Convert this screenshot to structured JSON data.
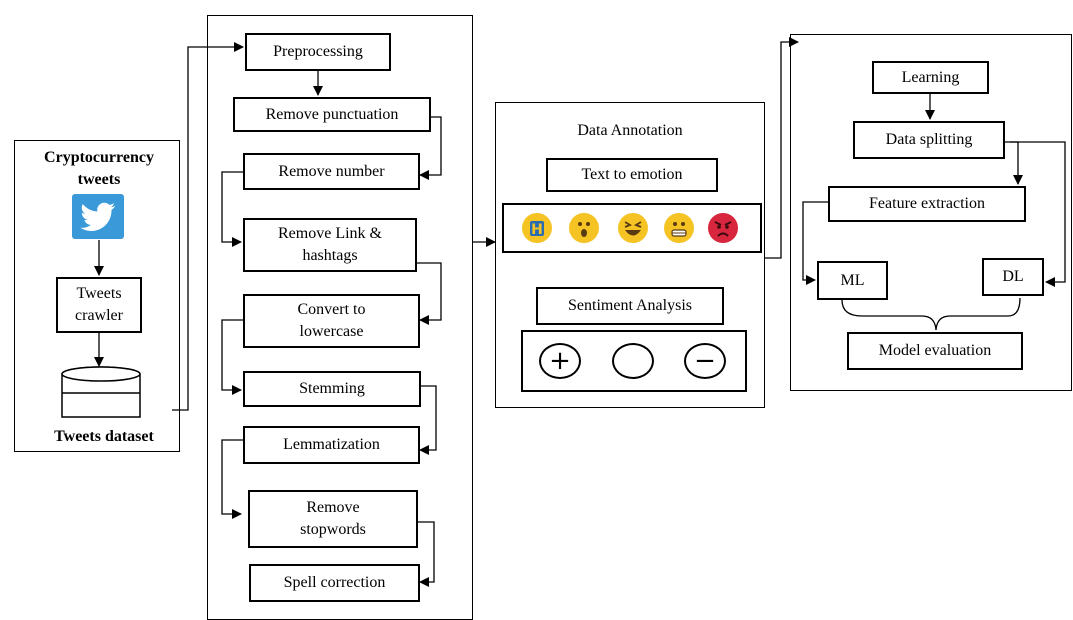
{
  "source": {
    "title": "Cryptocurrency tweets",
    "crawler": "Tweets crawler",
    "dataset": "Tweets dataset"
  },
  "preprocessing": {
    "title": "Preprocessing",
    "steps": [
      "Remove punctuation",
      "Remove number",
      "Remove Link & hashtags",
      "Convert to lowercase",
      "Stemming",
      "Lemmatization",
      "Remove stopwords",
      "Spell correction"
    ]
  },
  "annotation": {
    "title": "Data Annotation",
    "text_to_emotion": "Text to emotion",
    "emotion_icons": [
      "grin-emoji-icon",
      "surprised-emoji-icon",
      "laughing-emoji-icon",
      "grimace-emoji-icon",
      "angry-emoji-icon"
    ],
    "sentiment_analysis": "Sentiment Analysis",
    "sentiment_icons": [
      "positive-icon",
      "neutral-icon",
      "negative-icon"
    ],
    "sentiment_symbols": [
      "+",
      "",
      "−"
    ]
  },
  "learning": {
    "title": "Learning",
    "splitting": "Data splitting",
    "feature_extraction": "Feature extraction",
    "ml": "ML",
    "dl": "DL",
    "evaluation": "Model evaluation"
  },
  "colors": {
    "twitter_blue": "#3a9ad9",
    "emoji_yellow": "#f5c324",
    "angry_red": "#d7263d"
  }
}
